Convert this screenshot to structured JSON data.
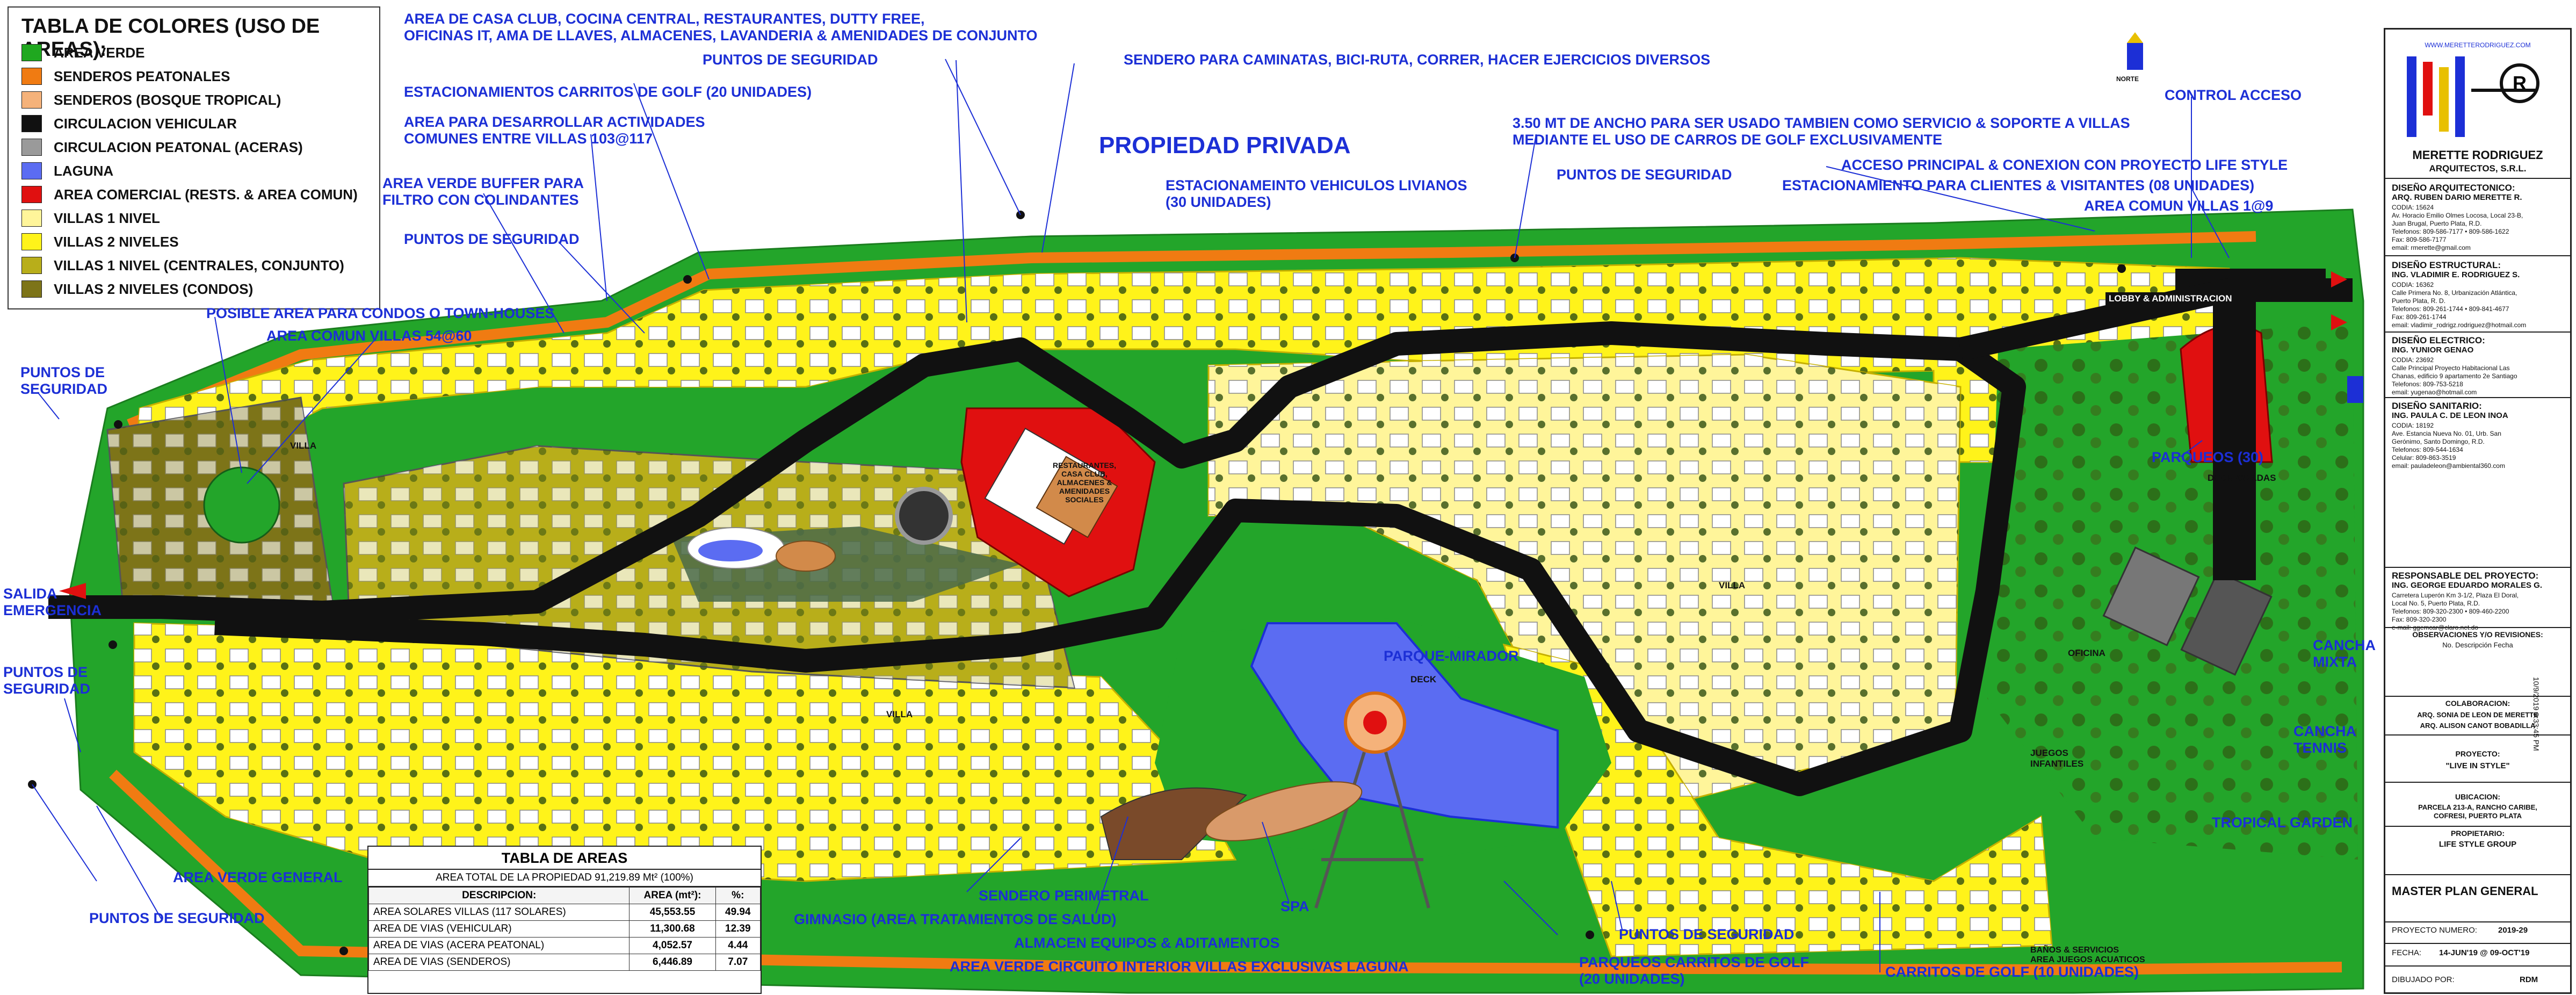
{
  "legend": {
    "title": "TABLA DE COLORES (USO DE AREAS):",
    "items": [
      {
        "label": "AREA VERDE",
        "color": "#1fa81f"
      },
      {
        "label": "SENDEROS PEATONALES",
        "color": "#f07b12"
      },
      {
        "label": "SENDEROS (BOSQUE TROPICAL)",
        "color": "#f5b27a"
      },
      {
        "label": "CIRCULACION VEHICULAR",
        "color": "#111111"
      },
      {
        "label": "CIRCULACION PEATONAL (ACERAS)",
        "color": "#9a9a9a"
      },
      {
        "label": "LAGUNA",
        "color": "#5b6cf2"
      },
      {
        "label": "AREA COMERCIAL (RESTS. & AREA COMUN)",
        "color": "#e01010"
      },
      {
        "label": "VILLAS 1 NIVEL",
        "color": "#fff59a"
      },
      {
        "label": "VILLAS 2 NIVELES",
        "color": "#fff31a"
      },
      {
        "label": "VILLAS 1 NIVEL (CENTRALES, CONJUNTO)",
        "color": "#b8ae1a"
      },
      {
        "label": "VILLAS 2 NIVELES (CONDOS)",
        "color": "#7d7418"
      }
    ]
  },
  "callouts": {
    "club": "AREA DE CASA CLUB, COCINA CENTRAL, RESTAURANTES, DUTTY FREE,\nOFICINAS IT, AMA DE LLAVES, ALMACENES, LAVANDERIA & AMENIDADES DE CONJUNTO",
    "puntos_top": "PUNTOS DE SEGURIDAD",
    "sendero_caminatas": "SENDERO PARA CAMINATAS, BICI-RUTA, CORRER, HACER EJERCICIOS DIVERSOS",
    "estac_golf": "ESTACIONAMIENTOS CARRITOS DE GOLF (20 UNIDADES)",
    "area_actividades": "AREA PARA DESARROLLAR ACTIVIDADES\nCOMUNES ENTRE VILLAS 103@117",
    "propiedad": "PROPIEDAD PRIVADA",
    "ancho": "3.50 MT DE ANCHO PARA SER USADO TAMBIEN COMO SERVICIO & SOPORTE A VILLAS\nMEDIANTE EL USO DE CARROS DE GOLF EXCLUSIVAMENTE",
    "control": "CONTROL ACCESO",
    "puntos_mid": "PUNTOS DE SEGURIDAD",
    "acceso": "ACCESO PRINCIPAL & CONEXION CON PROYECTO LIFE STYLE",
    "buffer": "AREA VERDE BUFFER PARA\nFILTRO CON COLINDANTES",
    "estac_livianos": "ESTACIONAMEINTO VEHICULOS LIVIANOS\n(30 UNIDADES)",
    "estac_clientes": "ESTACIONAMIENTO PARA CLIENTES & VISITANTES (08 UNIDADES)",
    "comun_1_9": "AREA COMUN VILLAS 1@9",
    "puntos_left_top": "PUNTOS DE SEGURIDAD",
    "condos": "POSIBLE AREA PARA CONDOS O TOWN-HOUSES",
    "comun_54_60": "AREA COMUN VILLAS 54@60",
    "puntos_far_left": "PUNTOS DE\nSEGURIDAD",
    "salida": "SALIDA\nEMERGENCIA",
    "puntos_left_mid": "PUNTOS DE\nSEGURIDAD",
    "parqueos": "PARQUEOS (30)",
    "cancha_mixta": "CANCHA\nMIXTA",
    "cancha_tenis": "CANCHA\nTENNIS",
    "tropical": "TROPICAL GARDEN",
    "area_verde_general": "AREA VERDE GENERAL",
    "puntos_bottom_left": "PUNTOS DE SEGURIDAD",
    "sendero_perimetral": "SENDERO PERIMETRAL",
    "gimnasio": "GIMNASIO (AREA TRATAMIENTOS DE SALUD)",
    "spa": "SPA",
    "almacen": "ALMACEN EQUIPOS & ADITAMENTOS",
    "circuito": "AREA VERDE CIRCUITO INTERIOR VILLAS EXCLUSIVAS LAGUNA",
    "puntos_bottom_mid": "PUNTOS DE SEGURIDAD",
    "parqueos_golf": "PARQUEOS CARRITOS DE GOLF\n(20 UNIDADES)",
    "carritos_golf": "CARRITOS DE GOLF (10 UNIDADES)",
    "parque_mirador": "PARQUE-MIRADOR"
  },
  "map_labels": {
    "lobby": "LOBBY & ADMINISTRACION",
    "deck": "DECK",
    "deck_gradas": "DECK-GRADAS",
    "oficina": "OFICINA",
    "juegos": "JUEGOS\nINFANTILES",
    "banos": "BAÑOS & SERVICIOS\nAREA JUEGOS ACUATICOS",
    "restaurantes": "RESTAURANTES,\nCASA CLUB,\nALMACENES &\nAMENIDADES\nSOCIALES",
    "villa": "VILLA"
  },
  "areas_table": {
    "title": "TABLA DE AREAS",
    "total": "AREA TOTAL DE LA PROPIEDAD 91,219.89 Mt² (100%)",
    "headers": [
      "DESCRIPCION:",
      "AREA (mt²):",
      "%:"
    ],
    "rows": [
      [
        "AREA SOLARES VILLAS (117 SOLARES)",
        "45,553.55",
        "49.94"
      ],
      [
        "AREA DE VIAS (VEHICULAR)",
        "11,300.68",
        "12.39"
      ],
      [
        "AREA DE VIAS (ACERA PEATONAL)",
        "4,052.57",
        "4.44"
      ],
      [
        "AREA DE VIAS (SENDEROS)",
        "6,446.89",
        "7.07"
      ]
    ]
  },
  "title_block": {
    "url": "WWW.MERETTERODRIGUEZ.COM",
    "firm_name": "MERETTE RODRIGUEZ",
    "firm_sub": "ARQUITECTOS, S.R.L.",
    "arq_heading": "DISEÑO ARQUITECTONICO:",
    "arq_name": "ARQ. RUBEN DARIO MERETTE R.",
    "arq_info": "CODIA: 15624\nAv. Horacio Emilio Olmes Locosa, Local 23-B,\nJuan Brugal, Puerto Plata, R.D.\nTelefonos: 809-586-7177 • 809-586-1622\nFax: 809-586-7177\nemail: rmerette@gmail.com",
    "est_heading": "DISEÑO ESTRUCTURAL:",
    "est_name": "ING. VLADIMIR E. RODRIGUEZ S.",
    "est_info": "CODIA: 16362\nCalle Primera No. 8, Urbanización Atlántica,\nPuerto Plata, R. D.\nTelefonos: 809-261-1744 • 809-841-4677\nFax: 809-261-1744\nemail: vladimir_rodrigz.rodriguez@hotmail.com",
    "ele_heading": "DISEÑO ELECTRICO:",
    "ele_name": "ING. YUNIOR GENAO",
    "ele_info": "CODIA: 23692\nCalle Principal Proyecto Habitacional Las\nChanas, edificio 9 apartamento 2e Santiago\nTelefonos: 809-753-5218\nemail: yugenao@hotmail.com",
    "san_heading": "DISEÑO SANITARIO:",
    "san_name": "ING. PAULA C. DE LEON INOA",
    "san_info": "CODIA: 18192\nAve. Estancia Nueva No. 01, Urb. San\nGerónimo, Santo Domingo, R.D.\nTelefonos: 809-544-1634\nCelular: 809-863-3519\nemail: pauladeleon@ambiental360.com",
    "resp_heading": "RESPONSABLE DEL PROYECTO:",
    "resp_name": "ING. GEORGE EDUARDO MORALES G.",
    "resp_info": "Carretera Luperón Km 3-1/2, Plaza El Doral,\nLocal No. 5, Puerto Plata, R.D.\nTelefonos: 809-320-2300 • 809-460-2200\nFax: 809-320-2300\ne-mail: ggemcar@claro.net.do",
    "obs_heading": "OBSERVACIONES Y/O REVISIONES:",
    "obs_cols": "No.     Descripción     Fecha",
    "colab_heading": "COLABORACION:",
    "colab_1": "ARQ. SONIA DE LEON DE MERETTE",
    "colab_2": "ARQ. ALISON CANOT BOBADILLA",
    "proyecto_heading": "PROYECTO:",
    "proyecto": "\"LIVE IN STYLE\"",
    "ubicacion_heading": "UBICACION:",
    "ubicacion": "PARCELA 213-A, RANCHO CARIBE,\nCOFRESI, PUERTO PLATA",
    "propietario_heading": "PROPIETARIO:",
    "propietario": "LIFE STYLE GROUP",
    "plano": "MASTER PLAN GENERAL",
    "proyecto_num_label": "PROYECTO NUMERO:",
    "proyecto_num": "2019-29",
    "fecha_label": "FECHA:",
    "fecha": "14-JUN'19 @ 09-OCT'19",
    "dibujado_label": "DIBUJADO POR:",
    "dibujado": "RDM",
    "timestamp": "10/9/2019 9:33:45 PM"
  },
  "north": "NORTE"
}
